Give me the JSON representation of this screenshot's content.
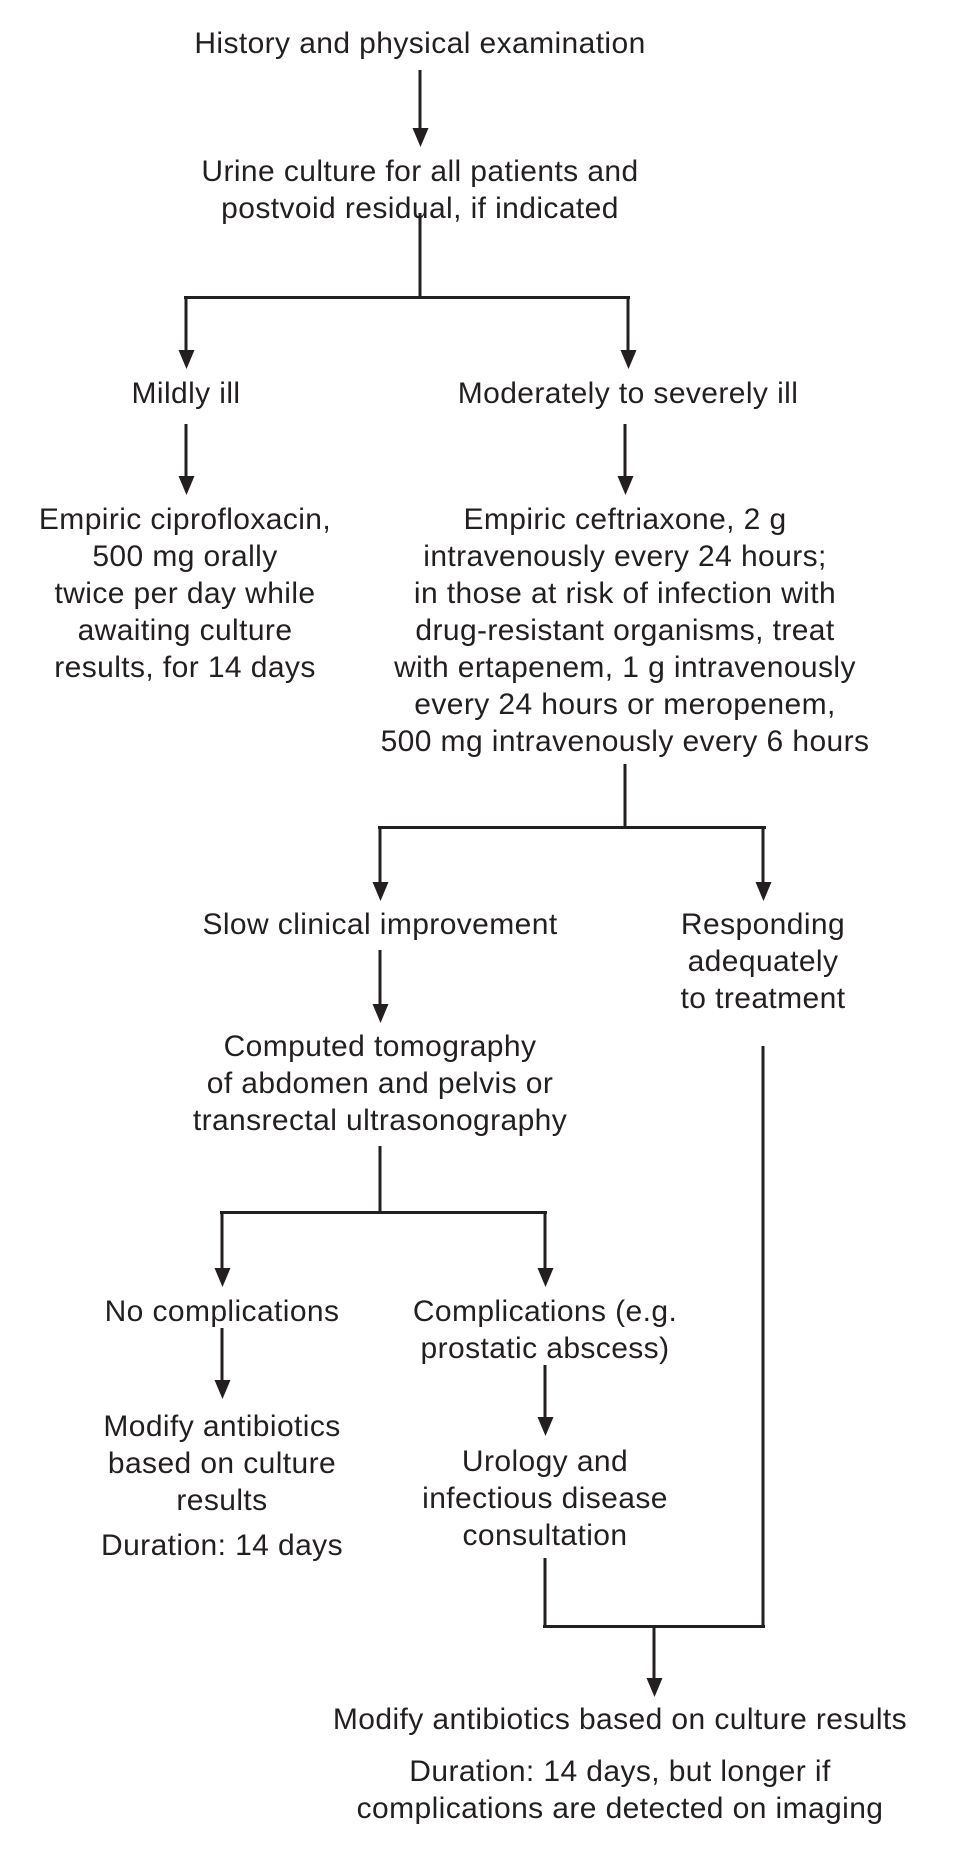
{
  "diagram": {
    "colors": {
      "text": "#231f20",
      "line": "#231f20",
      "background": "#ffffff"
    },
    "nodes": {
      "history": {
        "lines": [
          "History and physical examination"
        ]
      },
      "urine_culture": {
        "lines": [
          "Urine culture for all patients and",
          "postvoid residual, if indicated"
        ]
      },
      "mildly_ill": {
        "lines": [
          "Mildly ill"
        ]
      },
      "moderately_ill": {
        "lines": [
          "Moderately to severely ill"
        ]
      },
      "ciprofloxacin": {
        "lines": [
          "Empiric ciprofloxacin,",
          "500 mg orally",
          "twice per day while",
          "awaiting culture",
          "results, for 14 days"
        ]
      },
      "ceftriaxone": {
        "lines": [
          "Empiric ceftriaxone, 2 g",
          "intravenously every 24 hours;",
          "in those at risk of infection with",
          "drug-resistant organisms, treat",
          "with ertapenem, 1 g intravenously",
          "every 24 hours or meropenem,",
          "500 mg intravenously every 6 hours"
        ]
      },
      "slow_improvement": {
        "lines": [
          "Slow clinical improvement"
        ]
      },
      "responding": {
        "lines": [
          "Responding",
          "adequately",
          "to treatment"
        ]
      },
      "imaging": {
        "lines": [
          "Computed tomography",
          "of abdomen and pelvis or",
          "transrectal ultrasonography"
        ]
      },
      "no_complications": {
        "lines": [
          "No complications"
        ]
      },
      "complications": {
        "lines": [
          "Complications (e.g.",
          "prostatic abscess)"
        ]
      },
      "modify_antibiotics": {
        "lines": [
          "Modify antibiotics",
          "based on culture",
          "results"
        ]
      },
      "duration_14_days": {
        "lines": [
          "Duration: 14 days"
        ]
      },
      "urology_consult": {
        "lines": [
          "Urology and",
          "infectious disease",
          "consultation"
        ]
      },
      "final_modify": {
        "lines": [
          "Modify antibiotics based on culture results"
        ]
      },
      "final_duration": {
        "lines": [
          "Duration: 14 days, but longer if",
          "complications are detected on imaging"
        ]
      }
    }
  }
}
